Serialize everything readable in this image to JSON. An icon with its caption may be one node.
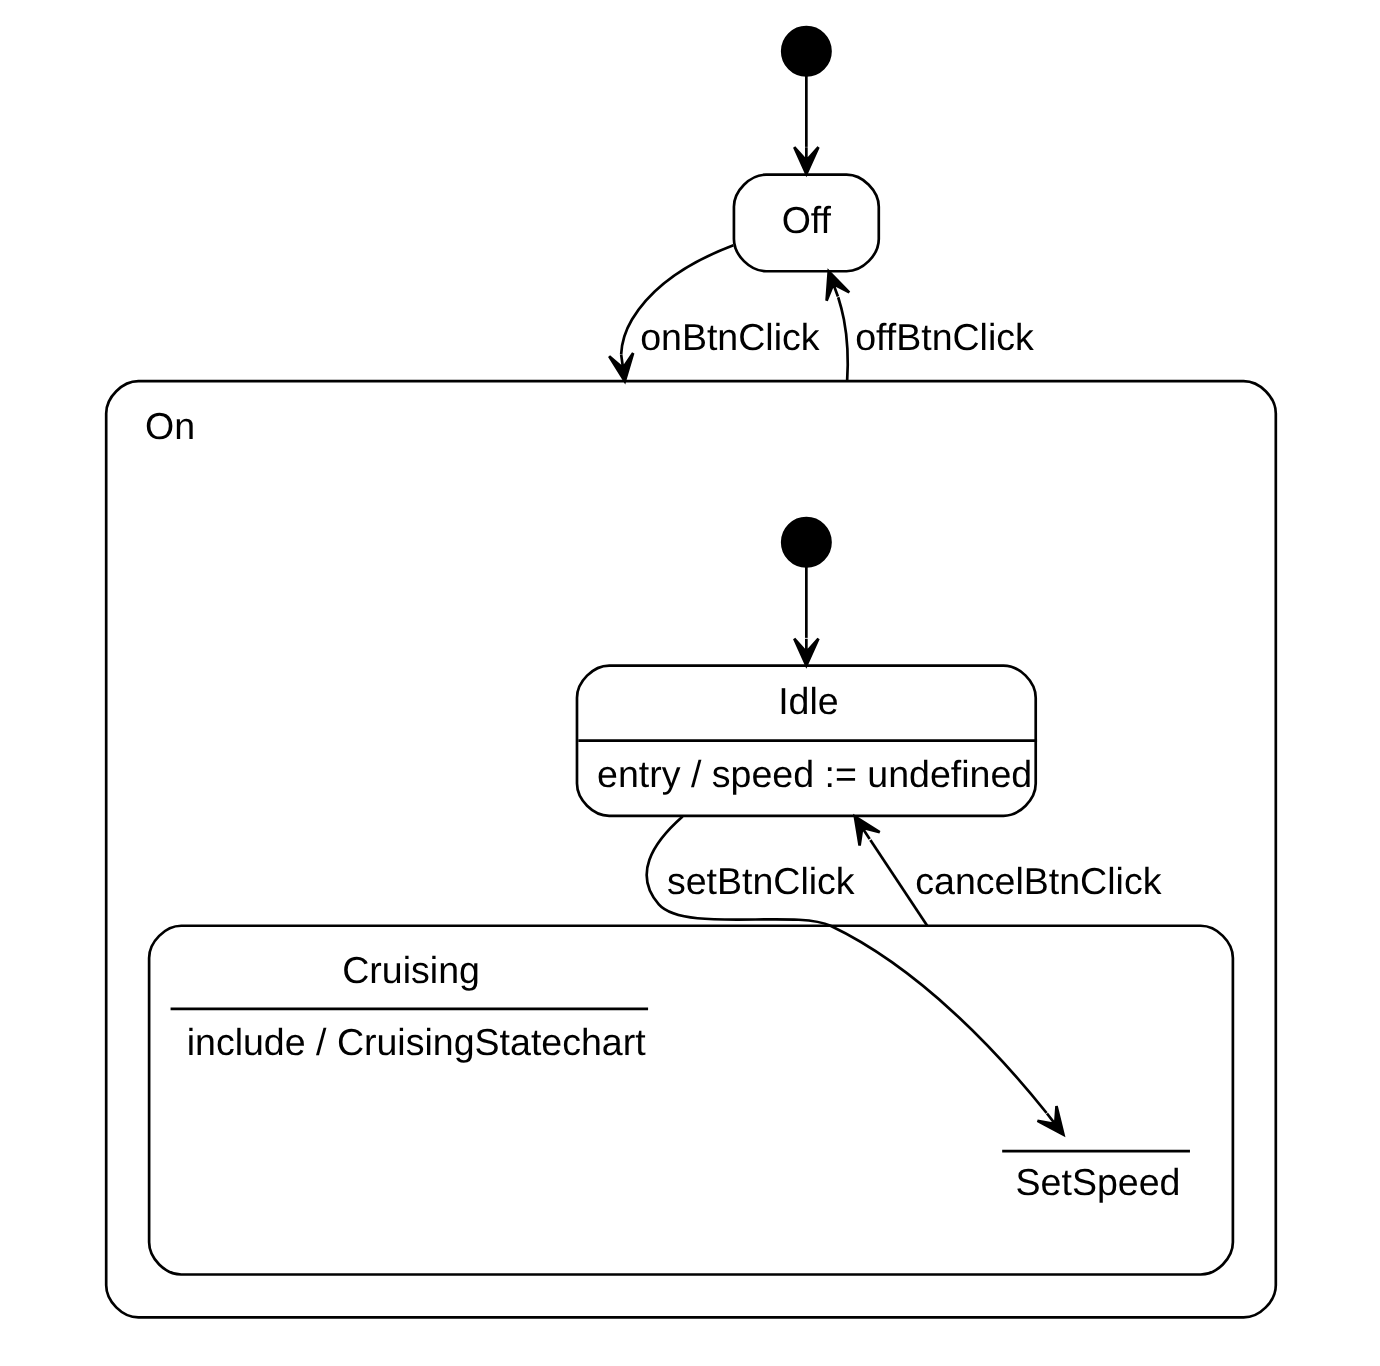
{
  "diagram": {
    "nodes": [
      {
        "text": [],
        "shape": "circle"
      },
      {
        "text": [
          "Off"
        ]
      },
      {
        "text": [
          "On"
        ]
      },
      {
        "text": [],
        "shape": "circle",
        "in": 2
      },
      {
        "text": [
          "Idle",
          "entry / speed := undefined"
        ],
        "in": 2
      },
      {
        "text": [
          "Cruising",
          "include / CruisingStatechart"
        ],
        "in": 2
      },
      {
        "text": [
          "SetSpeed"
        ],
        "in": 5
      }
    ],
    "edges": [
      {
        "from": 0,
        "to": 1,
        "arrow": "to"
      },
      {
        "from": 1,
        "to": 2,
        "arrow": "to",
        "label": "onBtnClick"
      },
      {
        "from": 2,
        "to": 1,
        "arrow": "to",
        "label": "offBtnClick"
      },
      {
        "from": 3,
        "to": 4,
        "arrow": "to"
      },
      {
        "from": 5,
        "to": 4,
        "arrow": "to",
        "label": "cancelBtnClick"
      },
      {
        "from": 4,
        "to": 6,
        "arrow": "to",
        "label": "setBtnClick"
      }
    ]
  }
}
